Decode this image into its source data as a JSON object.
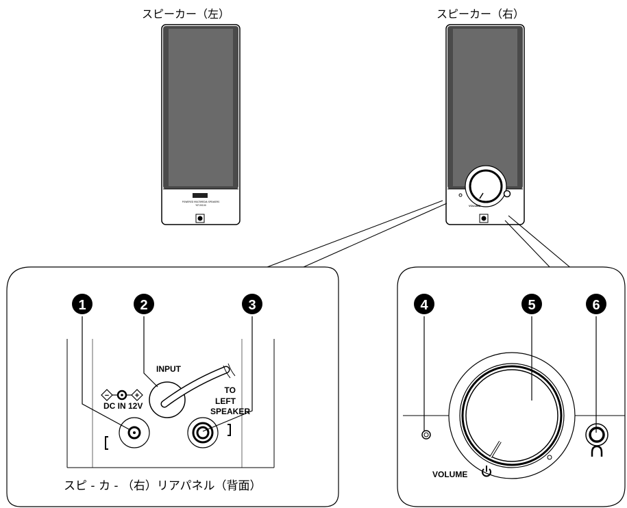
{
  "speakers": {
    "left_title": "スピーカー（左）",
    "right_title": "スピーカー（右）",
    "badge_small_text": "POWERED MULTIMEDIA SPEAKERS",
    "badge_small_model": "YST-M100",
    "front_volume_label": "VOLUME"
  },
  "rear_panel": {
    "caption": "スピ - カ - （右）リアパネル（背面）",
    "dc_in": "DC IN 12V",
    "input": "INPUT",
    "to_left": "TO",
    "to_left_2": "LEFT",
    "to_left_3": "SPEAKER",
    "polarity_minus": "−",
    "polarity_plus": "+",
    "markers": [
      "1",
      "2",
      "3"
    ]
  },
  "front_panel": {
    "volume": "VOLUME",
    "markers": [
      "4",
      "5",
      "6"
    ]
  },
  "colors": {
    "panel_dark": "#5a5a5a",
    "panel_darker": "#3a3a3a",
    "outline": "#000000",
    "marker": "#000000"
  }
}
